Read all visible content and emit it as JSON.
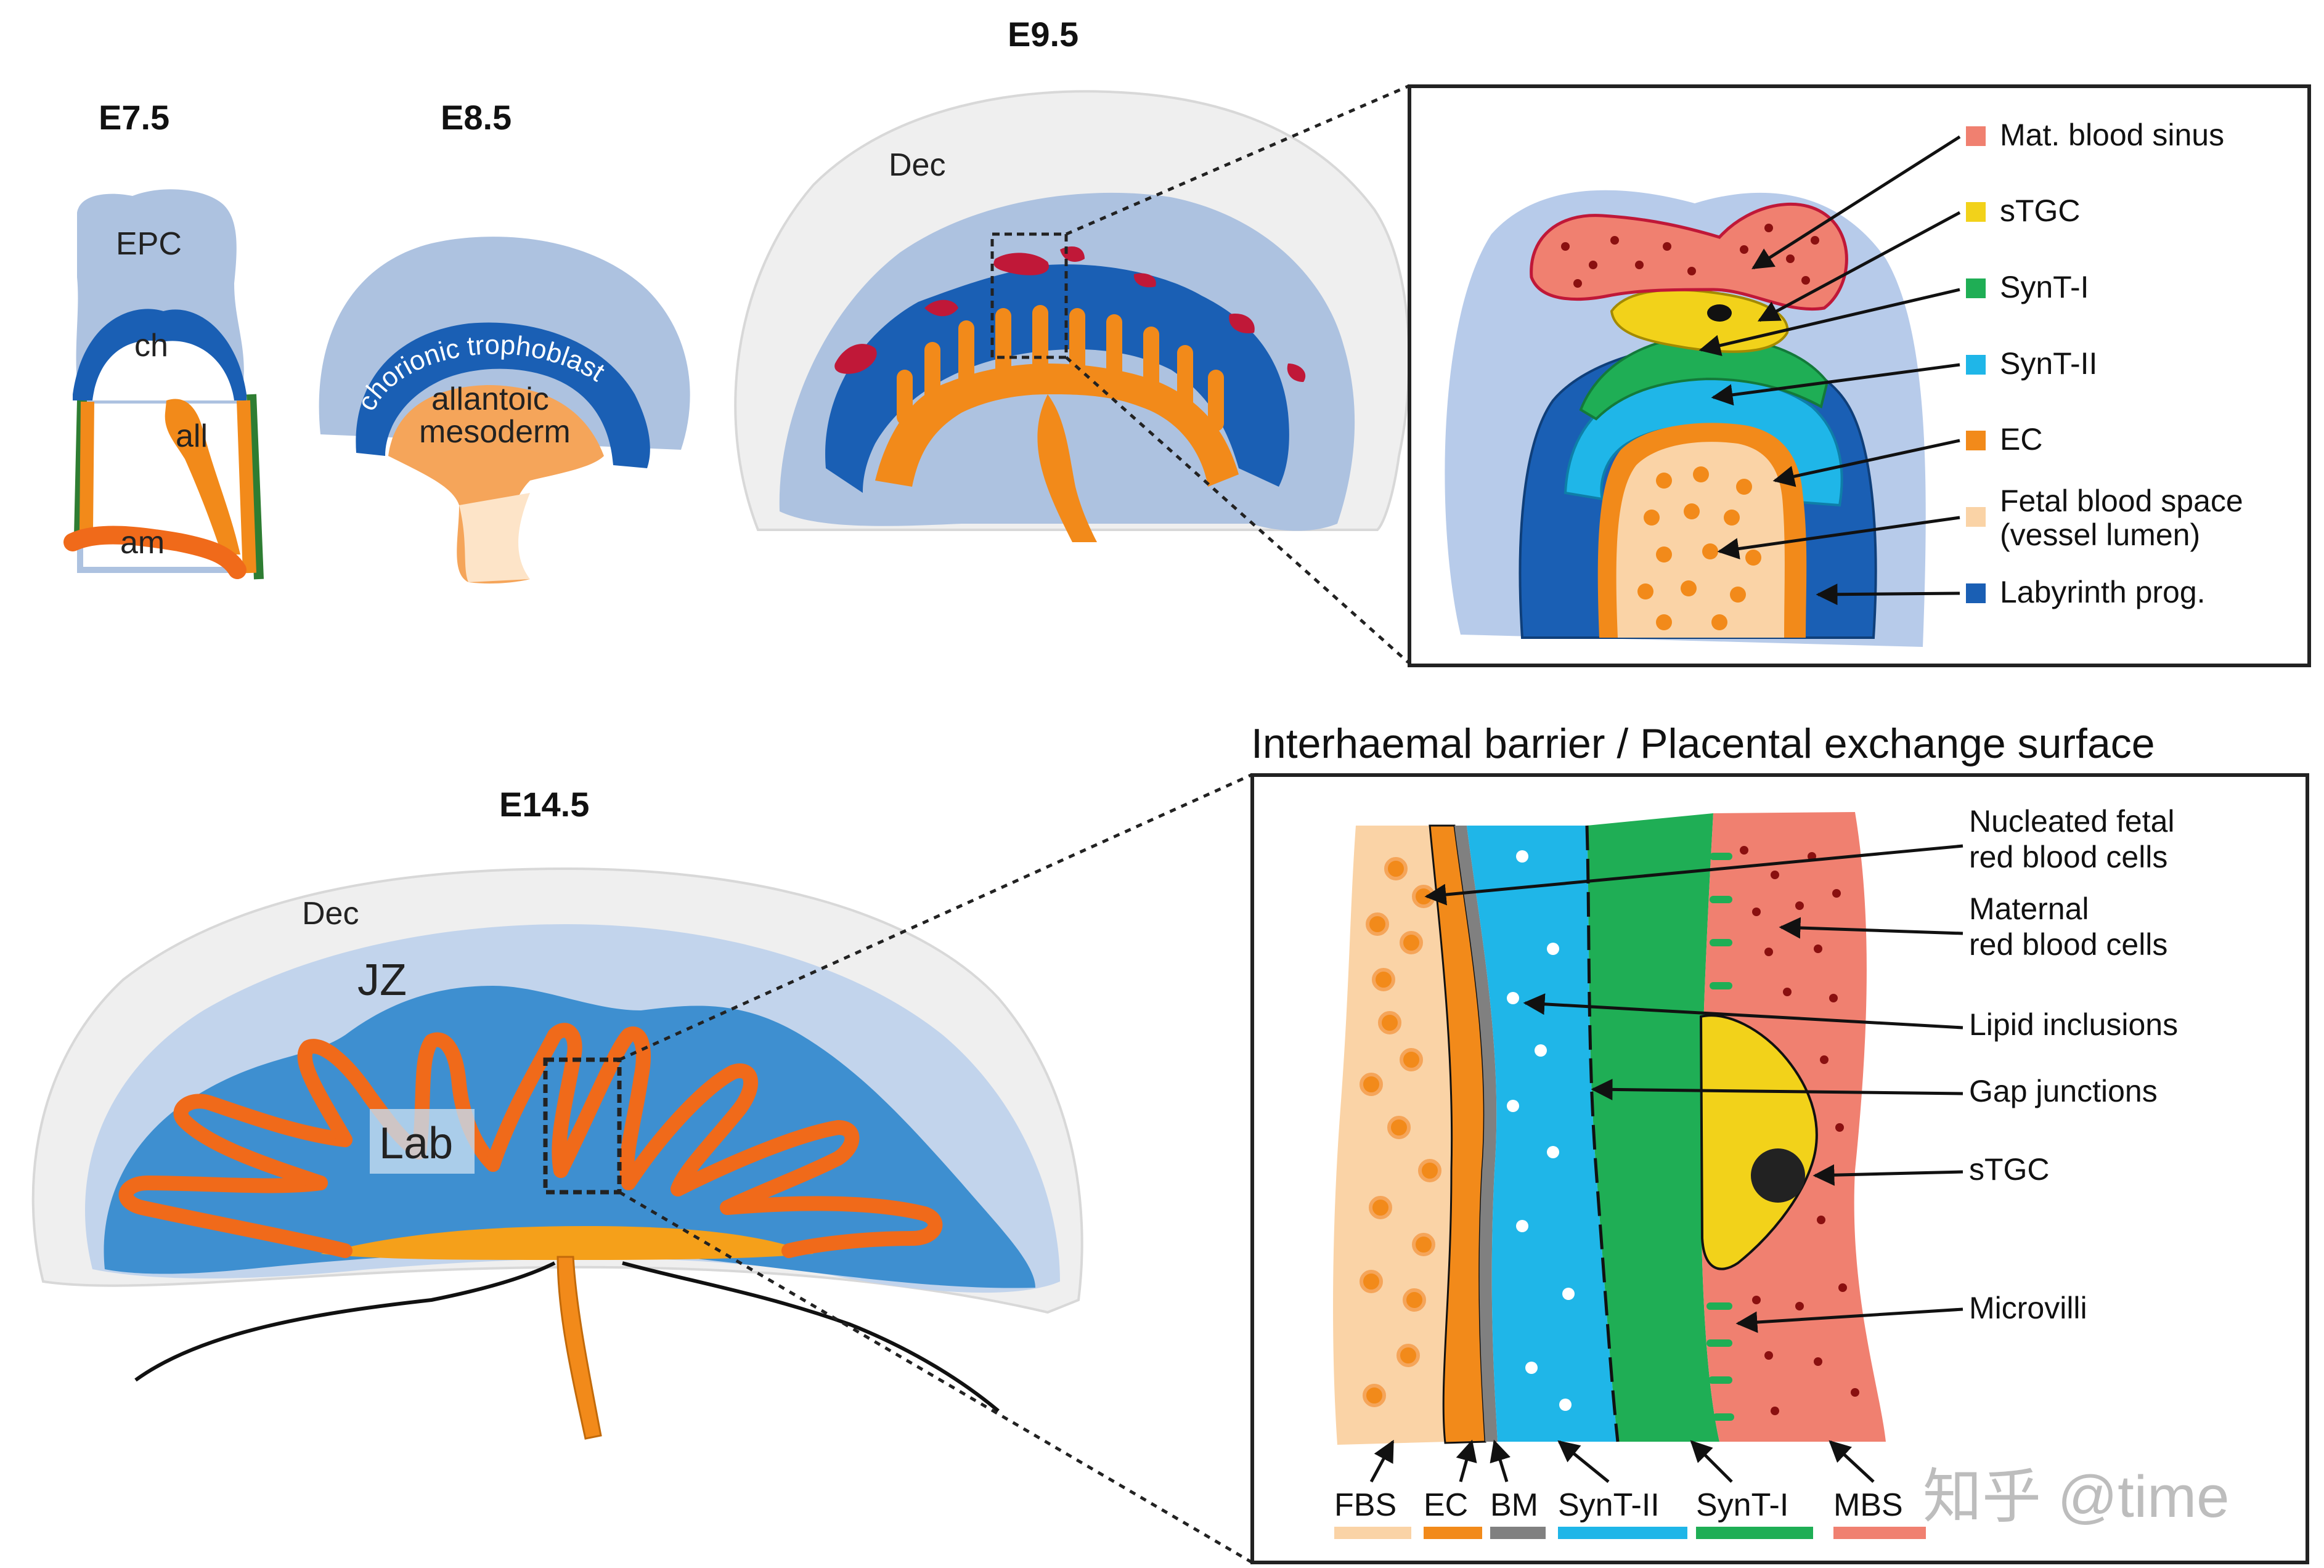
{
  "stages": {
    "e75": "E7.5",
    "e85": "E8.5",
    "e95": "E9.5",
    "e145": "E14.5"
  },
  "e75_labels": {
    "epc": "EPC",
    "ch": "ch",
    "all": "all",
    "am": "am"
  },
  "e85_labels": {
    "chorionic": "chorionic trophoblast",
    "allantoic_1": "allantoic",
    "allantoic_2": "mesoderm"
  },
  "e95_labels": {
    "dec": "Dec"
  },
  "e145_labels": {
    "dec": "Dec",
    "jz": "JZ",
    "lab": "Lab"
  },
  "legend": [
    {
      "label": "Mat. blood sinus",
      "color": "#f08070"
    },
    {
      "label": "sTGC",
      "color": "#f2d21a"
    },
    {
      "label": "SynT-I",
      "color": "#1fae55"
    },
    {
      "label": "SynT-II",
      "color": "#1fb6e8"
    },
    {
      "label": "EC",
      "color": "#f28a1a"
    },
    {
      "label": "Fetal blood space",
      "label2": "(vessel lumen)",
      "color": "#fad3a6"
    },
    {
      "label": "Labyrinth prog.",
      "color": "#1a5fb4"
    }
  ],
  "barrier": {
    "title": "Interhaemal barrier / Placental exchange surface",
    "annotations": {
      "nucleated_1": "Nucleated fetal",
      "nucleated_2": "red blood cells",
      "maternal_1": "Maternal",
      "maternal_2": "red blood cells",
      "lipid": "Lipid inclusions",
      "gap": "Gap junctions",
      "stgc": "sTGC",
      "microvilli": "Microvilli"
    },
    "bottom_labels": [
      {
        "label": "FBS",
        "color": "#fad3a6"
      },
      {
        "label": "EC",
        "color": "#f28a1a"
      },
      {
        "label": "BM",
        "color": "#808080"
      },
      {
        "label": "SynT-II",
        "color": "#1fb6e8"
      },
      {
        "label": "SynT-I",
        "color": "#1fae55"
      },
      {
        "label": "MBS",
        "color": "#f08070"
      }
    ]
  },
  "watermark": "知乎 @time",
  "colors": {
    "dec": "#efefef",
    "light_blue": "#adc2e0",
    "jz_blue": "#c2d4ec",
    "lab_blue": "#3e8fd0",
    "dark_blue": "#1a5fb4",
    "orange": "#f28a1a",
    "orange_red": "#f06a1a",
    "red": "#c01838",
    "green": "#2e7d32"
  }
}
